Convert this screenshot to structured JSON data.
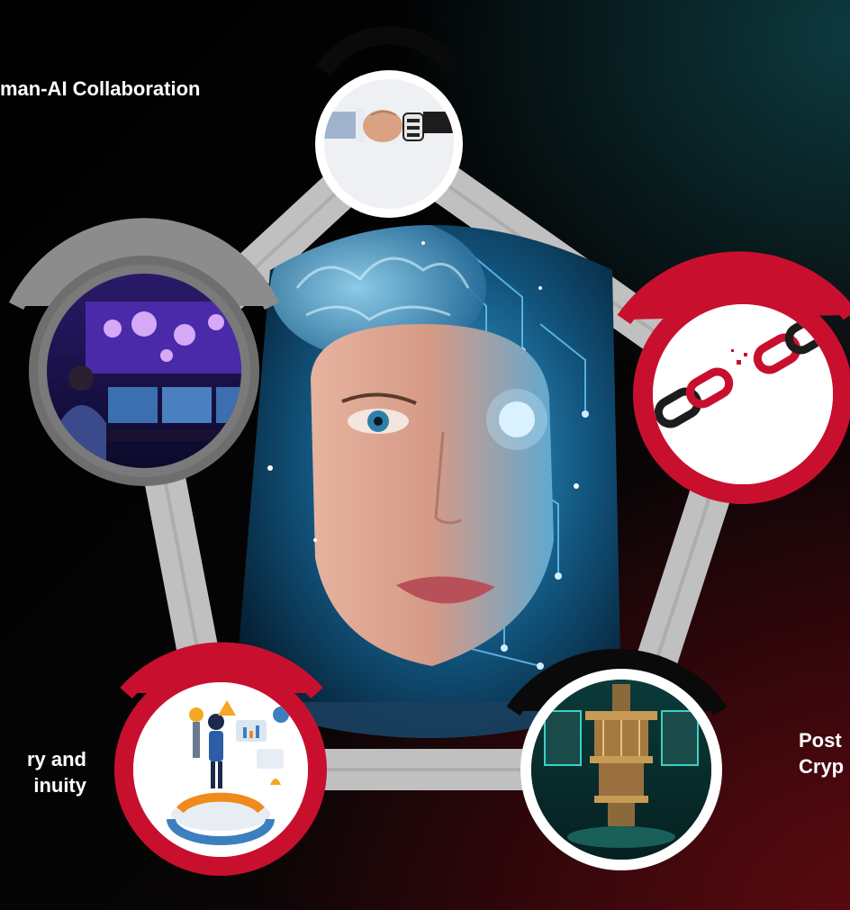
{
  "labels": {
    "top": "man-AI Collaboration",
    "bottom_left": [
      "ry and",
      "inuity"
    ],
    "bottom_right": [
      "Post",
      "Cryp"
    ]
  },
  "nodes": [
    {
      "name": "top",
      "image": "robot-human-fist-bump-icon",
      "accent": "#0a0a0a",
      "ring": "#ffffff"
    },
    {
      "name": "left",
      "image": "security-operations-center-icon",
      "accent": "#8c8c8c",
      "ring": "#6e6e6e"
    },
    {
      "name": "right",
      "image": "broken-chain-icon",
      "accent": "#c8102e",
      "ring": "#c8102e"
    },
    {
      "name": "bottom-left",
      "image": "recovery-workflow-icon",
      "accent": "#c8102e",
      "ring": "#c8102e"
    },
    {
      "name": "bottom-right",
      "image": "quantum-computer-icon",
      "accent": "#0a0a0a",
      "ring": "#ffffff"
    }
  ],
  "center_image": "ai-human-face-icon",
  "colors": {
    "pentagon": "#c0c0c0",
    "red": "#c8102e",
    "gray": "#8c8c8c",
    "black": "#0a0a0a"
  }
}
